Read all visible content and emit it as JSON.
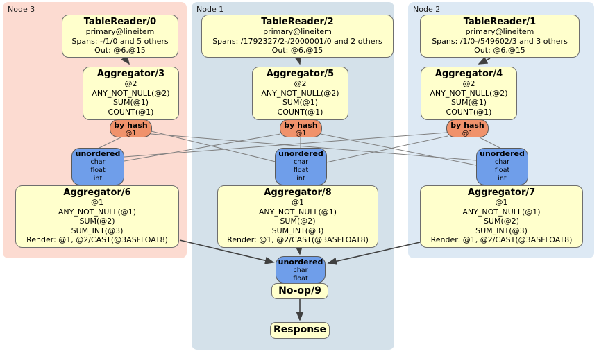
{
  "regions": {
    "node3": {
      "label": "Node 3",
      "bg": "#fcdbd1"
    },
    "node1": {
      "label": "Node 1",
      "bg": "#d4e1ea"
    },
    "node2": {
      "label": "Node 2",
      "bg": "#dde9f4"
    }
  },
  "colors": {
    "processor_fill": "#ffffcc",
    "router_fill": "#f0926b",
    "sync_fill": "#6f9eea",
    "thin_edge": "#7f7f7f",
    "thick_edge": "#404040"
  },
  "nodes": {
    "tablereader0": {
      "title": "TableReader/0",
      "lines": [
        "primary@lineitem",
        "Spans: -/1/0 and 5 others",
        "Out: @6,@15"
      ]
    },
    "tablereader2": {
      "title": "TableReader/2",
      "lines": [
        "primary@lineitem",
        "Spans: /1792327/2-/2000001/0 and 2 others",
        "Out: @6,@15"
      ]
    },
    "tablereader1": {
      "title": "TableReader/1",
      "lines": [
        "primary@lineitem",
        "Spans: /1/0-/549602/3 and 3 others",
        "Out: @6,@15"
      ]
    },
    "aggregator3": {
      "title": "Aggregator/3",
      "lines": [
        "@2",
        "ANY_NOT_NULL(@2)",
        "SUM(@1)",
        "COUNT(@1)"
      ]
    },
    "aggregator5": {
      "title": "Aggregator/5",
      "lines": [
        "@2",
        "ANY_NOT_NULL(@2)",
        "SUM(@1)",
        "COUNT(@1)"
      ]
    },
    "aggregator4": {
      "title": "Aggregator/4",
      "lines": [
        "@2",
        "ANY_NOT_NULL(@2)",
        "SUM(@1)",
        "COUNT(@1)"
      ]
    },
    "router3": {
      "title": "by hash",
      "lines": [
        "@1"
      ]
    },
    "router5": {
      "title": "by hash",
      "lines": [
        "@1"
      ]
    },
    "router4": {
      "title": "by hash",
      "lines": [
        "@1"
      ]
    },
    "sync3": {
      "title": "unordered",
      "lines": [
        "char",
        "float",
        "int"
      ]
    },
    "sync1": {
      "title": "unordered",
      "lines": [
        "char",
        "float",
        "int"
      ]
    },
    "sync2": {
      "title": "unordered",
      "lines": [
        "char",
        "float",
        "int"
      ]
    },
    "aggregator6": {
      "title": "Aggregator/6",
      "lines": [
        "@1",
        "ANY_NOT_NULL(@1)",
        "SUM(@2)",
        "SUM_INT(@3)",
        "Render: @1, @2/CAST(@3ASFLOAT8)"
      ]
    },
    "aggregator8": {
      "title": "Aggregator/8",
      "lines": [
        "@1",
        "ANY_NOT_NULL(@1)",
        "SUM(@2)",
        "SUM_INT(@3)",
        "Render: @1, @2/CAST(@3ASFLOAT8)"
      ]
    },
    "aggregator7": {
      "title": "Aggregator/7",
      "lines": [
        "@1",
        "ANY_NOT_NULL(@1)",
        "SUM(@2)",
        "SUM_INT(@3)",
        "Render: @1, @2/CAST(@3ASFLOAT8)"
      ]
    },
    "finalsync": {
      "title": "unordered",
      "lines": [
        "char",
        "float"
      ]
    },
    "noop": {
      "title": "No-op/9"
    },
    "response": {
      "title": "Response"
    }
  }
}
